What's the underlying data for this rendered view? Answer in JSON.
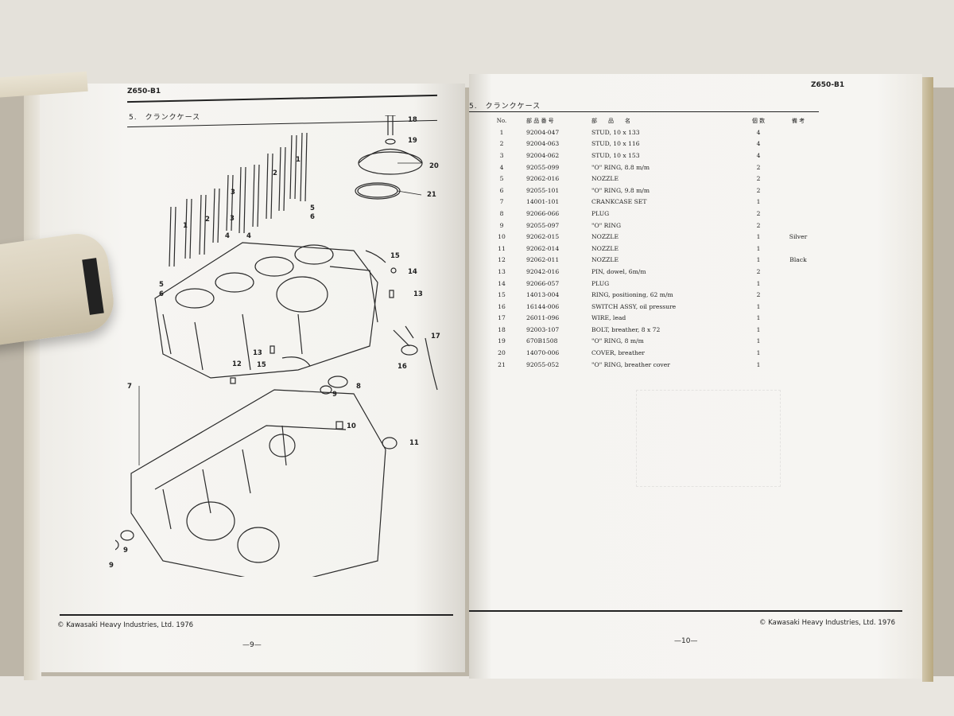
{
  "left_page": {
    "model": "Z650-B1",
    "section_title": "5.　クランクケース",
    "footer": "© Kawasaki Heavy Industries, Ltd. 1976",
    "page_number": "—9—",
    "callouts": [
      "18",
      "19",
      "20",
      "21",
      "1",
      "2",
      "3",
      "5",
      "6",
      "4",
      "4",
      "1",
      "2",
      "3",
      "5",
      "6",
      "15",
      "14",
      "13",
      "13",
      "15",
      "16",
      "12",
      "7",
      "8",
      "9",
      "10",
      "11",
      "9",
      "9",
      "17"
    ]
  },
  "right_page": {
    "model": "Z650-B1",
    "section_title": "5.　クランクケース",
    "footer": "© Kawasaki Heavy Industries, Ltd. 1976",
    "page_number": "—10—",
    "table": {
      "headers": [
        "No.",
        "部 品 番 号",
        "部　　品　　名",
        "個 数",
        "備 考"
      ],
      "rows": [
        {
          "no": "1",
          "part_no": "92004-047",
          "name": "STUD, 10 x 133",
          "qty": "4",
          "remark": ""
        },
        {
          "no": "2",
          "part_no": "92004-063",
          "name": "STUD, 10 x 116",
          "qty": "4",
          "remark": ""
        },
        {
          "no": "3",
          "part_no": "92004-062",
          "name": "STUD, 10 x 153",
          "qty": "4",
          "remark": ""
        },
        {
          "no": "4",
          "part_no": "92055-099",
          "name": "\"O\" RING, 8.8 m/m",
          "qty": "2",
          "remark": ""
        },
        {
          "no": "5",
          "part_no": "92062-016",
          "name": "NOZZLE",
          "qty": "2",
          "remark": ""
        },
        {
          "no": "6",
          "part_no": "92055-101",
          "name": "\"O\" RING, 9.8 m/m",
          "qty": "2",
          "remark": ""
        },
        {
          "no": "7",
          "part_no": "14001-101",
          "name": "CRANKCASE SET",
          "qty": "1",
          "remark": ""
        },
        {
          "no": "8",
          "part_no": "92066-066",
          "name": "PLUG",
          "qty": "2",
          "remark": ""
        },
        {
          "no": "9",
          "part_no": "92055-097",
          "name": "\"O\" RING",
          "qty": "2",
          "remark": ""
        },
        {
          "no": "10",
          "part_no": "92062-015",
          "name": "NOZZLE",
          "qty": "1",
          "remark": "Silver"
        },
        {
          "no": "11",
          "part_no": "92062-014",
          "name": "NOZZLE",
          "qty": "1",
          "remark": ""
        },
        {
          "no": "12",
          "part_no": "92062-011",
          "name": "NOZZLE",
          "qty": "1",
          "remark": "Black"
        },
        {
          "no": "13",
          "part_no": "92042-016",
          "name": "PIN, dowel, 6m/m",
          "qty": "2",
          "remark": ""
        },
        {
          "no": "14",
          "part_no": "92066-057",
          "name": "PLUG",
          "qty": "1",
          "remark": ""
        },
        {
          "no": "15",
          "part_no": "14013-004",
          "name": "RING, positioning, 62 m/m",
          "qty": "2",
          "remark": ""
        },
        {
          "no": "16",
          "part_no": "16144-006",
          "name": "SWITCH ASSY, oil pressure",
          "qty": "1",
          "remark": ""
        },
        {
          "no": "17",
          "part_no": "26011-096",
          "name": "WIRE, lead",
          "qty": "1",
          "remark": ""
        },
        {
          "no": "18",
          "part_no": "92003-107",
          "name": "BOLT, breather, 8 x 72",
          "qty": "1",
          "remark": ""
        },
        {
          "no": "19",
          "part_no": "670B1508",
          "name": "\"O\" RING, 8 m/m",
          "qty": "1",
          "remark": ""
        },
        {
          "no": "20",
          "part_no": "14070-006",
          "name": "COVER, breather",
          "qty": "1",
          "remark": ""
        },
        {
          "no": "21",
          "part_no": "92055-052",
          "name": "\"O\" RING, breather cover",
          "qty": "1",
          "remark": ""
        }
      ]
    }
  }
}
